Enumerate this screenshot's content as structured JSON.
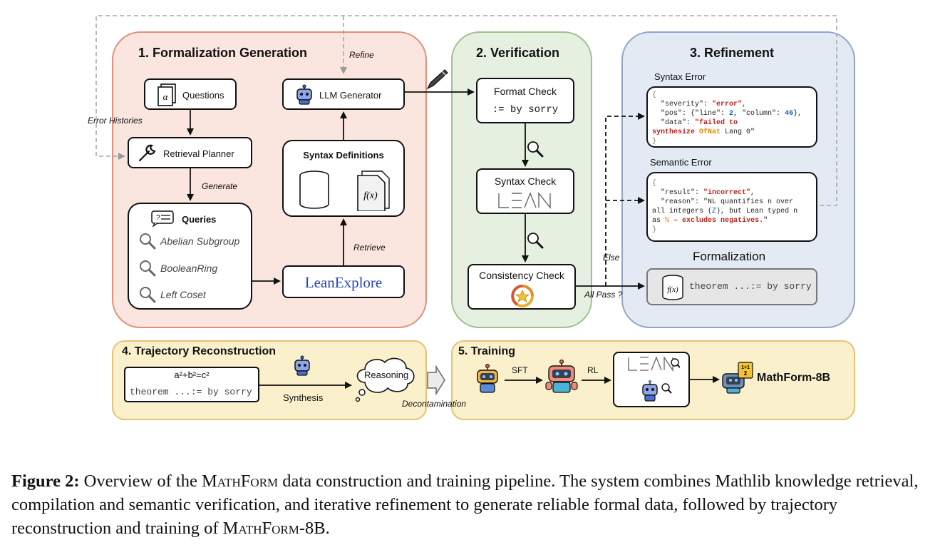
{
  "panels": {
    "formalization": "1. Formalization Generation",
    "verification": "2. Verification",
    "refinement": "3.  Refinement",
    "trajectory": "4. Trajectory Reconstruction",
    "training": "5. Training"
  },
  "formalization": {
    "questions": "Questions",
    "questions_glyph": "α",
    "llm_generator": "LLM Generator",
    "retrieval_planner": "Retrieval Planner",
    "syntax_definitions": "Syntax Definitions",
    "fx": "f(x)",
    "queries_title": "Queries",
    "queries": [
      "Abelian Subgroup",
      "BooleanRing",
      "Left Coset"
    ],
    "leanexplore": "LeanExplore",
    "edge_refine": "Refine",
    "edge_error_histories": "Error Histories",
    "edge_generate": "Generate",
    "edge_retrieve": "Retrieve"
  },
  "verification": {
    "format_check": "Format Check",
    "format_code": ":= by sorry",
    "syntax_check": "Syntax Check",
    "lean_logo": "LEAN",
    "consistency_check": "Consistency Check",
    "edge_all_pass": "All Pass ?",
    "edge_else": "Else"
  },
  "refinement": {
    "syntax_error_title": "Syntax Error",
    "syntax_json": {
      "open": "{",
      "severity_key": "\"severity\": ",
      "severity_val": "\"error\"",
      "pos_key": "\"pos\": {\"line\": ",
      "line_val": "2",
      "col_key": ", \"column\": ",
      "col_val": "46",
      "pos_end": "},",
      "data_key": "\"data\": ",
      "data_val1": "\"failed to",
      "data_val2": "synthesize ",
      "data_ofnat": "OfNat",
      "data_rest": " Lang 0\"",
      "close": "}"
    },
    "semantic_error_title": "Semantic Error",
    "semantic_json": {
      "open": "{",
      "result_key": "\"result\": ",
      "result_val": "\"incorrect\"",
      "reason_key": "\"reason\": \"NL quantifies n over",
      "reason_line2a": "all integers (",
      "reason_z": "ℤ",
      "reason_line2b": "), but Lean typed n",
      "reason_line3a": "as ",
      "reason_n": "ℕ",
      "reason_line3b": " – excludes negatives.",
      "reason_end": "\"",
      "close": "}"
    },
    "formalization_title": "Formalization",
    "formalization_fx": "f(x)",
    "formalization_code": "theorem ...:= by sorry"
  },
  "trajectory": {
    "equation": "a²+b²=c²",
    "code": "theorem ...:= by sorry",
    "synthesis": "Synthesis",
    "reasoning": "Reasoning",
    "decontamination": "Decontamination"
  },
  "training": {
    "sft": "SFT",
    "rl": "RL",
    "lean_logo": "LEAN",
    "model_name": "MathForm-8B",
    "badge_top": "1+1",
    "badge_bottom": "2"
  },
  "caption": {
    "label": "Figure 2:",
    "part1": " Overview of the ",
    "name1": "MathForm",
    "part2": " data construction and training pipeline. The system combines Mathlib knowledge retrieval, compilation and semantic verification, and iterative refinement to generate reliable formal data, followed by trajectory reconstruction and training of ",
    "name2": "MathForm-8B",
    "part3": "."
  },
  "colors": {
    "formalization_bg": "#fbe5df",
    "verification_bg": "#e6f0e1",
    "refinement_bg": "#e3eaf4",
    "bottom_bg": "#fbf0cc",
    "error_red": "#c0201c",
    "number_blue": "#1a5fb4",
    "leanexplore_blue": "#2447b8"
  }
}
